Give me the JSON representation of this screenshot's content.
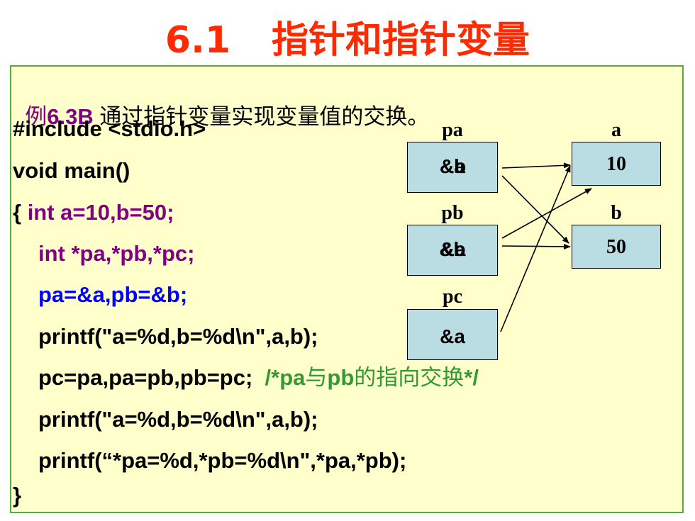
{
  "title": {
    "number": "6.1",
    "text": "指针和指针变量"
  },
  "example": {
    "label_prefix": "例",
    "label_num": "6.3B",
    "description": "通过指针变量实现变量值的交换。"
  },
  "code": {
    "line1": "#include <stdio.h>",
    "line2": "void main()",
    "line3_brace": "{ ",
    "line3_rest": "int a=10,b=50;",
    "line4": "int *pa,*pb,*pc;",
    "line5": "pa=&a,pb=&b;",
    "line6": "printf(\"a=%d,b=%d\\n\",a,b);",
    "line7_code": "pc=pa,pa=pb,pb=pc;",
    "line7_comment_start": "/*pa",
    "line7_comment_cn1": "与",
    "line7_comment_mid": "pb",
    "line7_comment_cn2": "的指向交换",
    "line7_comment_end": "*/",
    "line8": "printf(\"a=%d,b=%d\\n\",a,b);",
    "line9": "printf(“*pa=%d,*pb=%d\\n\",*pa,*pb);",
    "line10": "}"
  },
  "diagram": {
    "pa": {
      "label": "pa",
      "value_old": "&a",
      "value_new": "&b"
    },
    "pb": {
      "label": "pb",
      "value_old": "&b",
      "value_new": "&a"
    },
    "pc": {
      "label": "pc",
      "value": "&a"
    },
    "a": {
      "label": "a",
      "value": "10"
    },
    "b": {
      "label": "b",
      "value": "50"
    }
  }
}
